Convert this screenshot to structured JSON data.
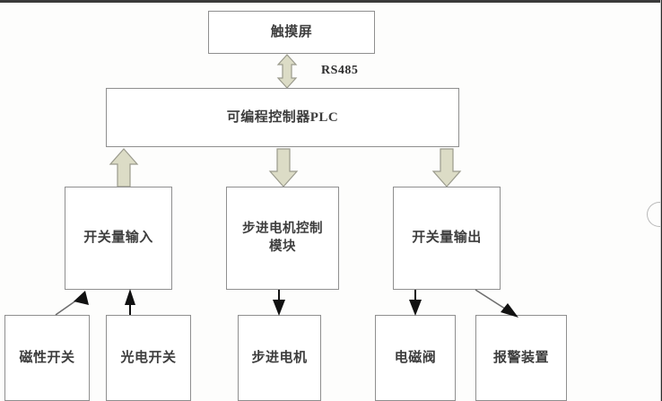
{
  "diagram": {
    "title": "PLC control system block diagram",
    "colors": {
      "box_border": "#8f8f8f",
      "box_fill": "#ffffff",
      "block_arrow_fill": "#dcdcc6",
      "block_arrow_stroke": "#9a9a8c",
      "thin_arrow": "#111111",
      "text": "#3d3d3d",
      "page_background": "#fdfdfc"
    },
    "nodes": {
      "touch_screen": "触摸屏",
      "plc": "可编程控制器PLC",
      "digital_input": "开关量输入",
      "stepper_module_line1": "步进电机控制",
      "stepper_module_line2": "模块",
      "digital_output": "开关量输出",
      "magnetic_switch": "磁性开关",
      "photo_switch": "光电开关",
      "stepper_motor": "步进电机",
      "solenoid_valve": "电磁阀",
      "alarm_device": "报警装置"
    },
    "connections": {
      "rs485_label": "RS485",
      "touch_plc_direction": "bidirectional",
      "plc_to_input_direction": "up",
      "plc_to_stepper_direction": "down",
      "plc_to_output_direction": "down",
      "magnetic_to_input_direction": "up",
      "photo_to_input_direction": "up",
      "stepper_module_to_motor_direction": "down",
      "output_to_valve_direction": "down",
      "output_to_alarm_direction": "down"
    }
  }
}
